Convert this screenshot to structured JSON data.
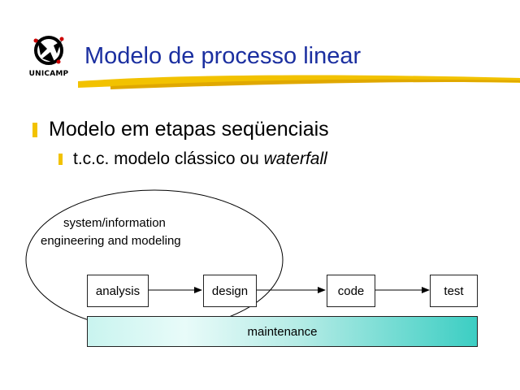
{
  "logo": {
    "text": "UNICAMP"
  },
  "title": "Modelo de processo linear",
  "bullets": {
    "level1": "Modelo em etapas seqüenciais",
    "level2_prefix": "t.c.c. modelo clássico ou ",
    "level2_italic": "waterfall"
  },
  "diagram": {
    "ellipse_label_line1": "system/information",
    "ellipse_label_line2": "engineering and modeling",
    "steps": [
      "analysis",
      "design",
      "code",
      "test"
    ],
    "maintenance": "maintenance"
  },
  "colors": {
    "title": "#1b2fa0",
    "bullet_marker": "#f2c200",
    "swoosh": "#f2c200",
    "maintenance_gradient_end": "#3ccec3"
  }
}
